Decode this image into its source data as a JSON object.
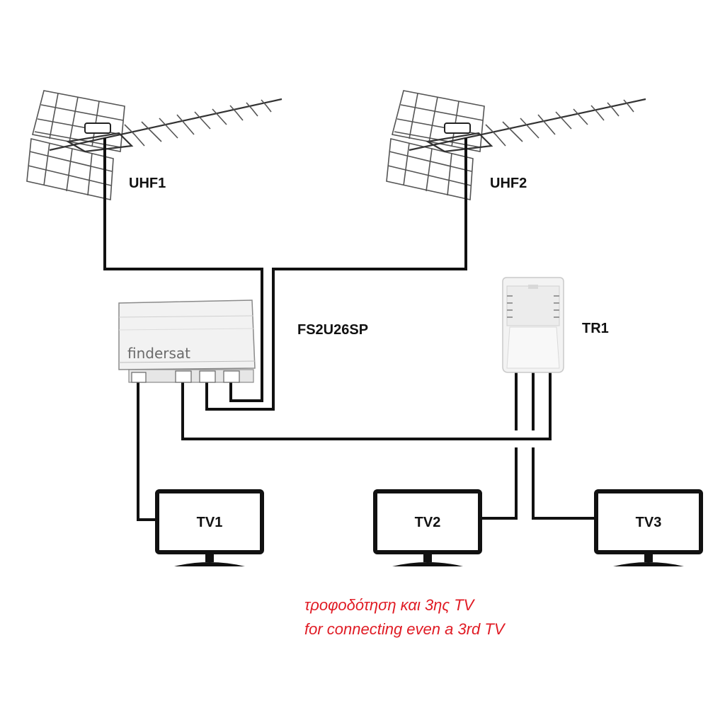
{
  "labels": {
    "uhf1": "UHF1",
    "uhf2": "UHF2",
    "multiswitch": "FS2U26SP",
    "transformer": "TR1",
    "tv1": "TV1",
    "tv2": "TV2",
    "tv3": "TV3"
  },
  "device": {
    "brand": "findersat"
  },
  "note": {
    "greek": "τροφοδότηση και 3ης TV",
    "english": "for connecting even a 3rd TV"
  },
  "colors": {
    "cable": "#111111",
    "note": "#e01b24",
    "device_body": "#f2f2f2"
  }
}
